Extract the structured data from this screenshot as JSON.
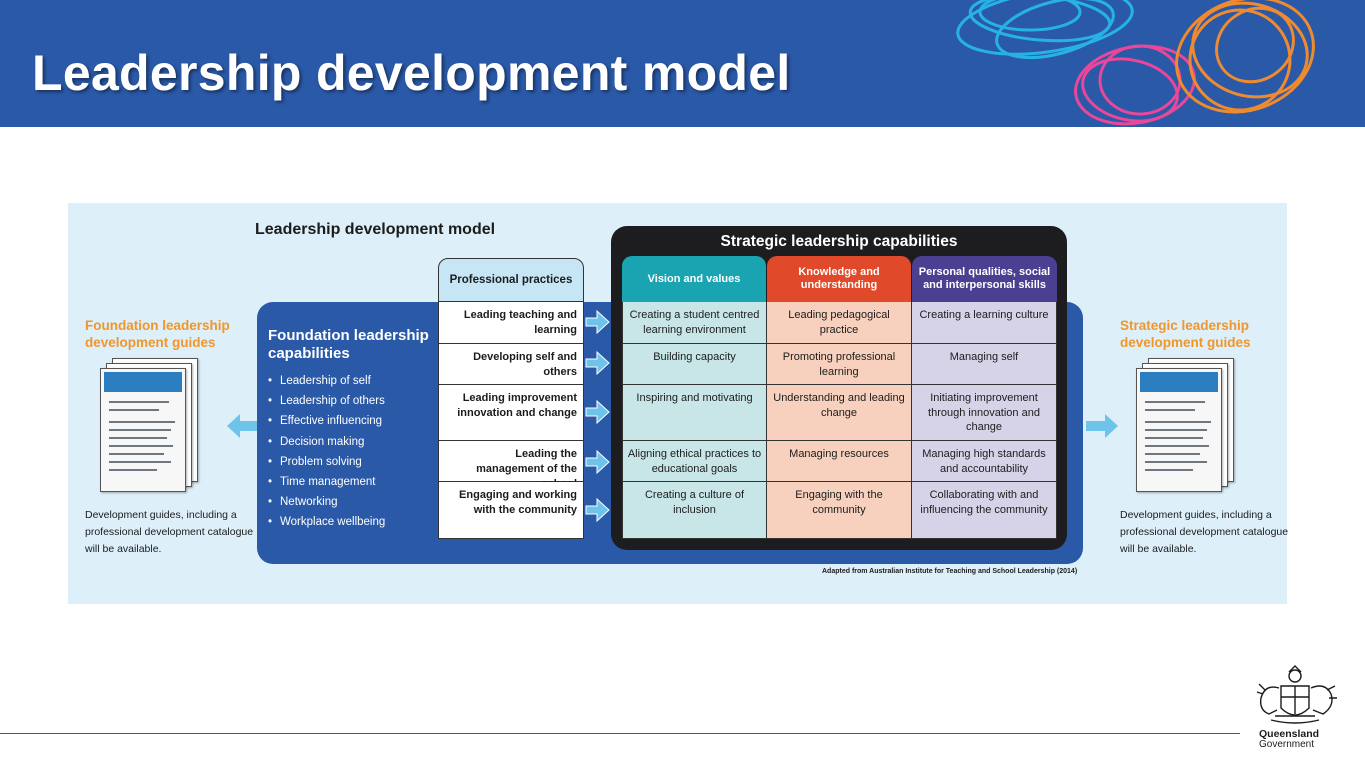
{
  "slide": {
    "title": "Leadership development model"
  },
  "diagram": {
    "title": "Leadership development model",
    "left_side": {
      "heading": "Foundation leadership development guides",
      "caption": "Development guides, including a professional development catalogue will be available."
    },
    "right_side": {
      "heading": "Strategic leadership development guides",
      "caption": "Development guides, including a professional development catalogue will be available."
    },
    "foundation": {
      "heading": "Foundation leadership capabilities",
      "items": [
        "Leadership of self",
        "Leadership of others",
        "Effective influencing",
        "Decision making",
        "Problem solving",
        "Time management",
        "Networking",
        "Workplace wellbeing"
      ]
    },
    "professional_practices": {
      "header": "Professional practices",
      "rows": [
        "Leading teaching and learning",
        "Developing self and others",
        "Leading improvement innovation and change",
        "Leading the management of the school",
        "Engaging and working with the community"
      ]
    },
    "strategic": {
      "heading": "Strategic leadership capabilities",
      "columns": [
        {
          "header": "Vision and values",
          "color": "#1aa4b2",
          "cell_color": "#c8e6e8",
          "cells": [
            "Creating a student centred learning environment",
            "Building capacity",
            "Inspiring and motivating",
            "Aligning ethical practices to educational goals",
            "Creating a culture of inclusion"
          ]
        },
        {
          "header": "Knowledge and understanding",
          "color": "#e04a2b",
          "cell_color": "#f7d1bd",
          "cells": [
            "Leading pedagogical practice",
            "Promoting professional learning",
            "Understanding and leading change",
            "Managing resources",
            "Engaging with the community"
          ]
        },
        {
          "header": "Personal qualities, social and interpersonal skills",
          "color": "#4b3f91",
          "cell_color": "#d6d3e8",
          "cells": [
            "Creating a learning culture",
            "Managing self",
            "Initiating improvement through innovation and change",
            "Managing high standards and accountability",
            "Collaborating with and influencing the community"
          ]
        }
      ]
    },
    "source": "Adapted from Australian Institute for Teaching and School Leadership (2014)"
  },
  "footer": {
    "gov_line1": "Queensland",
    "gov_line2": "Government"
  },
  "colors": {
    "header_blue": "#2a59a8",
    "panel_bg": "#ddeff9",
    "accent_orange": "#f0962b",
    "arrow_blue": "#6ec3ea"
  },
  "icons": [
    "scribble-decoration",
    "document-stack-icon",
    "arrow-left-icon",
    "arrow-right-icon",
    "queensland-crest-icon"
  ]
}
